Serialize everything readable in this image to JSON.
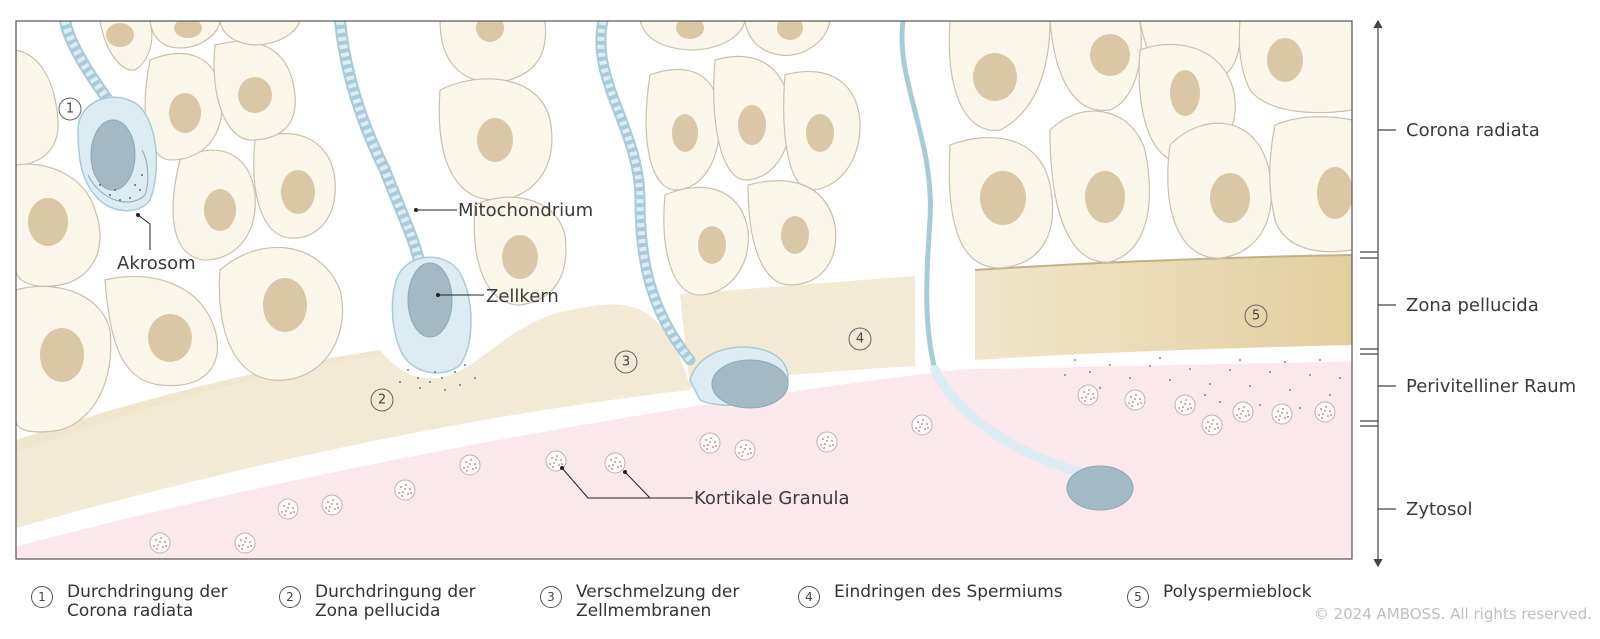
{
  "labels": {
    "akrosom": "Akrosom",
    "mitochondrium": "Mitochondrium",
    "zellkern": "Zellkern",
    "kortikale_granula": "Kortikale Granula"
  },
  "layers": {
    "corona": "Corona radiata",
    "zona": "Zona pellucida",
    "perivitelliner": "Perivitelliner Raum",
    "zytosol": "Zytosol"
  },
  "markers": [
    "1",
    "2",
    "3",
    "4",
    "5"
  ],
  "legend": [
    {
      "num": "1",
      "line1": "Durchdringung der",
      "line2": "Corona radiata"
    },
    {
      "num": "2",
      "line1": "Durchdringung der",
      "line2": "Zona pellucida"
    },
    {
      "num": "3",
      "line1": "Verschmelzung der",
      "line2": "Zellmembranen"
    },
    {
      "num": "4",
      "line1": "Eindringen des Spermiums",
      "line2": ""
    },
    {
      "num": "5",
      "line1": "Polyspermieblock",
      "line2": ""
    }
  ],
  "copyright": "© 2024 AMBOSS. All rights reserved.",
  "colors": {
    "cell_fill": "#fbf6ea",
    "cell_stroke": "#c9c1ad",
    "nucleus": "#d9c7a5",
    "zona": "#f3ead6",
    "zona_hardened": "#e8d5a8",
    "cytosol": "#fbe8ec",
    "sperm_head": "#a3b9c3",
    "sperm_outline": "#a8cbd8",
    "granula_dots": "#c86a6a"
  }
}
